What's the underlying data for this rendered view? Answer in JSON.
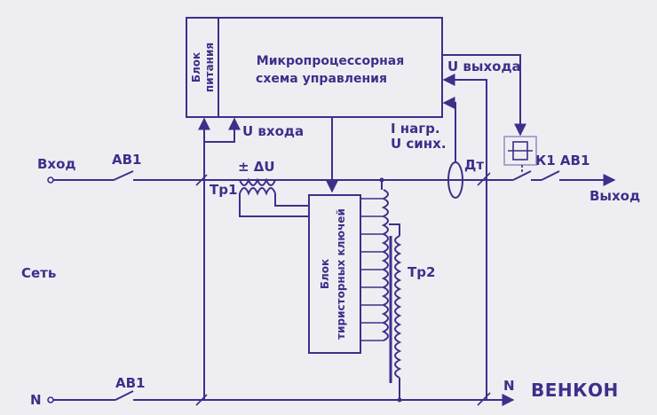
{
  "labels": {
    "mcu_line1": "Микропроцессорная",
    "mcu_line2": "схема управления",
    "psu_line1": "Блок",
    "psu_line2": "питания",
    "u_output": "U выхода",
    "u_input": "U входа",
    "i_load": "I нагр.",
    "u_sync": "U синх.",
    "input": "Вход",
    "av1_top": "АВ1",
    "av1_bottom": "АВ1",
    "k1_av1": "К1 АВ1",
    "output": "Выход",
    "delta_u": "± ΔU",
    "tr1": "Тр1",
    "tr2": "Тр2",
    "dt": "Дт",
    "thyristor_line1": "Блок",
    "thyristor_line2": "тиристорных ключей",
    "network": "Сеть",
    "n_left": "N",
    "n_right": "N",
    "logo": "ВЕНКОН"
  },
  "colors": {
    "ink": "#3d2f8a",
    "background": "#eeeef2",
    "logo_green": "#1f9b6b",
    "relay_border": "#a9a4c9"
  }
}
